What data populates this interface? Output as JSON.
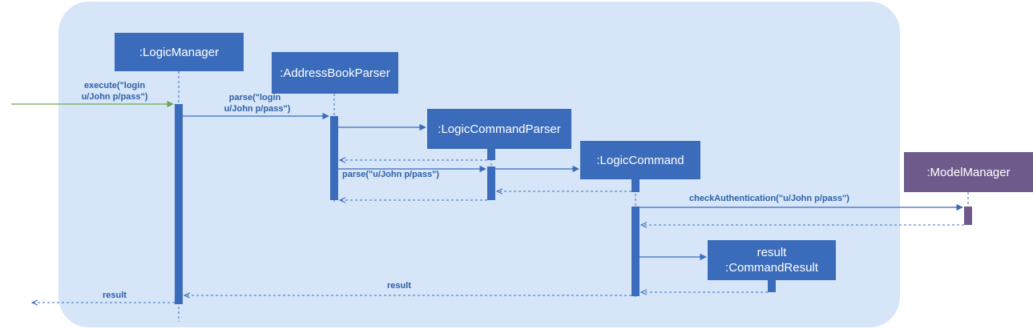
{
  "colors": {
    "frame_fill": "#d6e6f8",
    "participant_fill": "#3b6cbb",
    "model_fill": "#6f5a8c",
    "message_line": "#3b6cbb",
    "entry_arrow": "#6aa84f",
    "return_text": "#2f5fa8"
  },
  "participants": {
    "logic_manager": ":LogicManager",
    "address_book_parser": ":AddressBookParser",
    "logic_command_parser": ":LogicCommandParser",
    "logic_command": ":LogicCommand",
    "model_manager": ":ModelManager",
    "command_result_line1": "result",
    "command_result_line2": ":CommandResult"
  },
  "messages": {
    "execute_line1": "execute(\"login",
    "execute_line2": "u/John p/pass\")",
    "parse_line1": "parse(\"login",
    "parse_line2": "u/John p/pass\")",
    "parse_args": "parse(\"u/John p/pass\")",
    "check_auth": "checkAuthentication(\"u/John p/pass\")",
    "result_to_manager": "result",
    "result_out": "result"
  }
}
